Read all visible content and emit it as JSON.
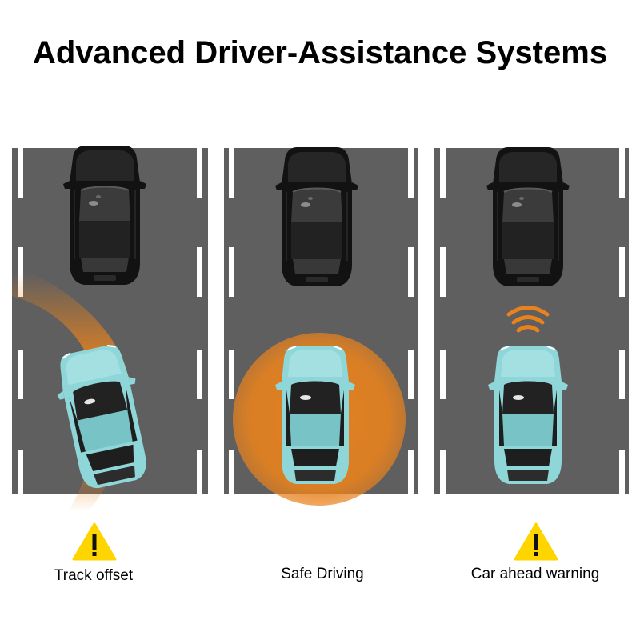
{
  "title": "Advanced Driver-Assistance Systems",
  "colors": {
    "road": "#5f5f5f",
    "lane_marking": "#ffffff",
    "host_car": "#8fd6d8",
    "lead_car": "#141414",
    "highlight": "#e8821e",
    "warning_sign": "#ffd500"
  },
  "panels": [
    {
      "id": "track-offset",
      "caption": "Track offset",
      "icon": "warning-triangle-icon",
      "host_car_state": "drifting-across-lane-line"
    },
    {
      "id": "safe-driving",
      "caption": "Safe Driving",
      "icon": "none",
      "host_car_state": "centered-with-safety-zone"
    },
    {
      "id": "car-ahead-warning",
      "caption": "Car ahead warning",
      "icon": "warning-triangle-icon",
      "host_car_state": "alert-signal-toward-lead-car"
    }
  ]
}
